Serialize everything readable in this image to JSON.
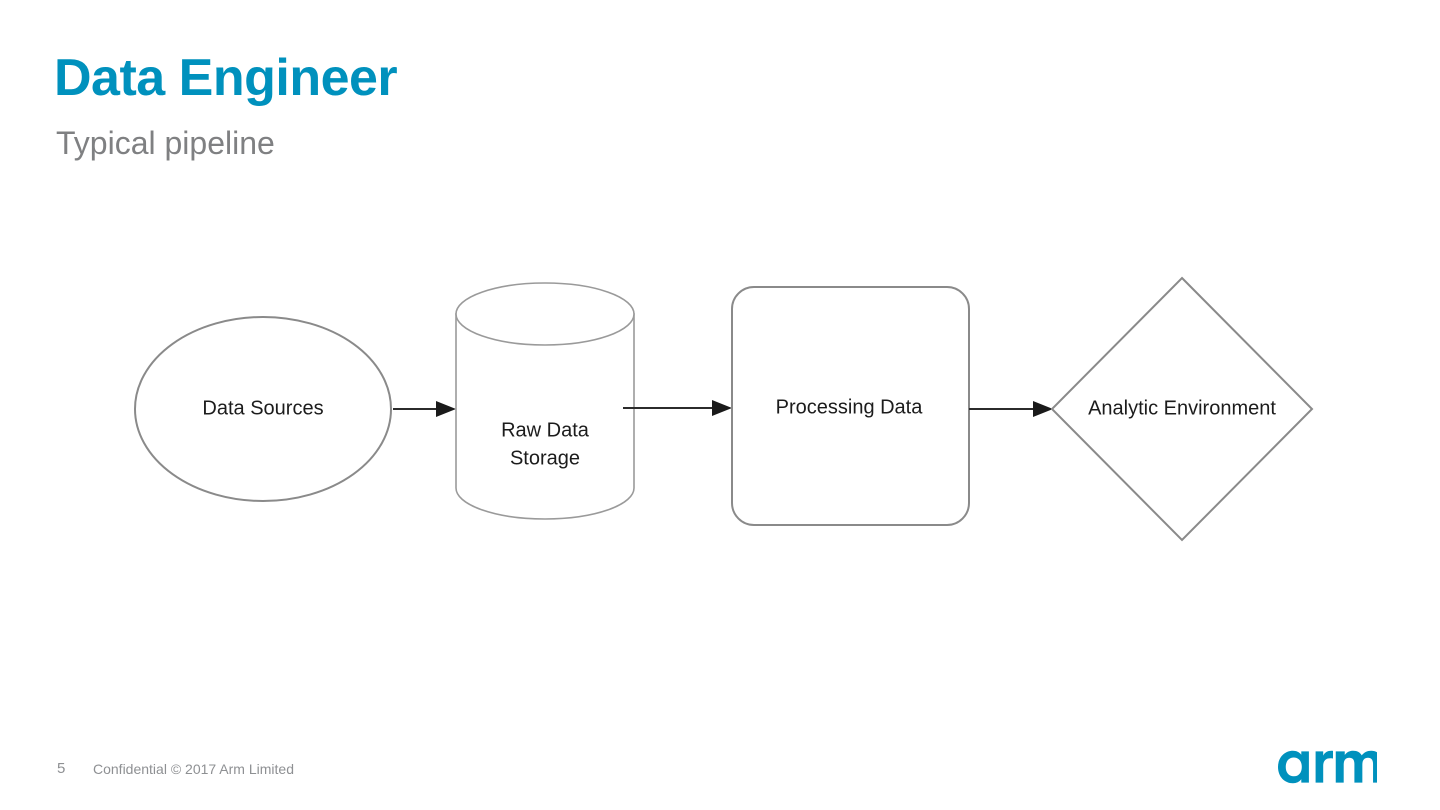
{
  "slide": {
    "title": "Data Engineer",
    "subtitle": "Typical pipeline",
    "title_color": "#0091bd",
    "subtitle_color": "#7f8082",
    "background_color": "#ffffff"
  },
  "diagram": {
    "type": "flowchart",
    "orientation": "left-to-right",
    "nodes": [
      {
        "id": "data-sources",
        "shape": "ellipse",
        "label": "Data Sources",
        "label_lines": [
          "Data Sources"
        ],
        "stroke": "#8a8a8a",
        "fill": "#ffffff"
      },
      {
        "id": "raw-data-storage",
        "shape": "cylinder",
        "label": "Raw Data Storage",
        "label_lines": [
          "Raw Data",
          "Storage"
        ],
        "stroke": "#9a9a9a",
        "fill": "#ffffff"
      },
      {
        "id": "processing-data",
        "shape": "rounded-rectangle",
        "label": "Processing Data",
        "label_lines": [
          "Processing Data"
        ],
        "stroke": "#8a8a8a",
        "fill": "#ffffff"
      },
      {
        "id": "analytic-environment",
        "shape": "diamond",
        "label": "Analytic Environment",
        "label_lines": [
          "Analytic Environment"
        ],
        "stroke": "#8a8a8a",
        "fill": "#ffffff"
      }
    ],
    "edges": [
      {
        "id": "edge-1",
        "from": "data-sources",
        "to": "raw-data-storage",
        "label": "",
        "arrowhead": "filled-triangle",
        "color": "#2b2b2b"
      },
      {
        "id": "edge-2",
        "from": "raw-data-storage",
        "to": "processing-data",
        "label": "",
        "arrowhead": "filled-triangle",
        "color": "#2b2b2b"
      },
      {
        "id": "edge-3",
        "from": "processing-data",
        "to": "analytic-environment",
        "label": "",
        "arrowhead": "filled-triangle",
        "color": "#2b2b2b"
      }
    ]
  },
  "footer": {
    "page_number": "5",
    "confidential": "Confidential © 2017 Arm Limited",
    "logo_text": "arm",
    "logo_color": "#0091bd",
    "text_color": "#8e9093"
  }
}
